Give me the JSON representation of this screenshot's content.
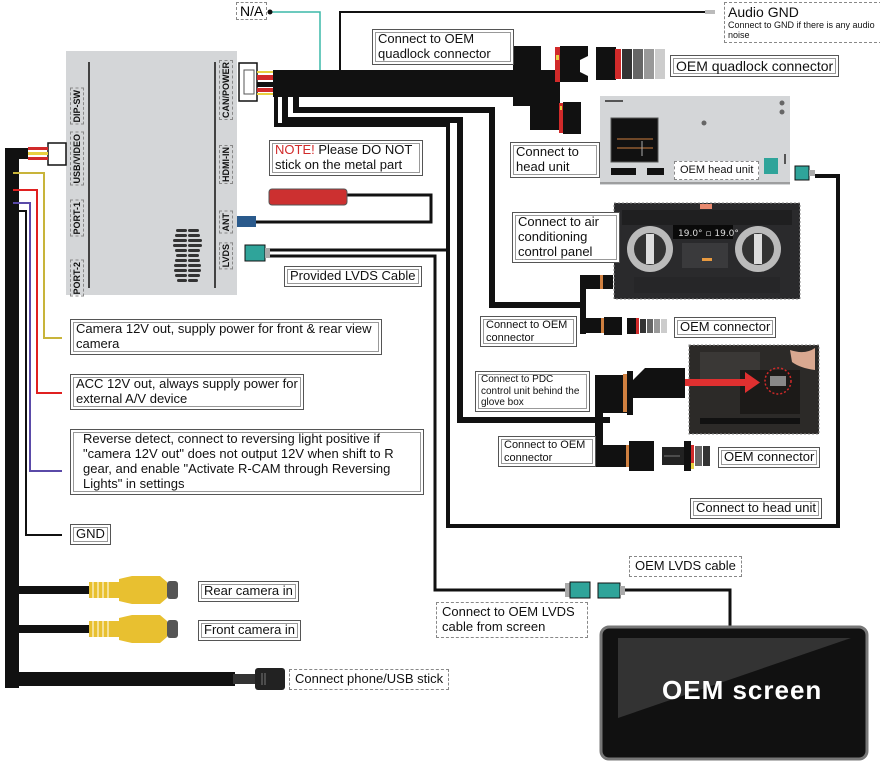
{
  "diagram": {
    "title": "CAN/LVDS interface wiring diagram",
    "module_ports": {
      "left": [
        "DIP-SW",
        "USB/VIDEO",
        "PORT-1",
        "PORT-2"
      ],
      "right": [
        "CAN/POWER",
        "HDMI-IN",
        "ANT",
        "LVDS"
      ]
    },
    "labels": {
      "na": "N/A",
      "audio_gnd_title": "Audio GND",
      "audio_gnd_note": "Connect to GND if there is any audio noise",
      "connect_oem_quadlock": "Connect to OEM quadlock connector",
      "oem_quadlock_connector": "OEM quadlock connector",
      "connect_head_unit_top": "Connect to head unit",
      "oem_head_unit": "OEM head unit",
      "note_prefix": "NOTE!",
      "note_text_1": " Please DO NOT",
      "note_text_2": "stick on the metal part",
      "provided_lvds": "Provided LVDS Cable",
      "connect_ac_panel": "Connect to air conditioning control panel",
      "connect_oem_connector_1": "Connect to OEM connector",
      "oem_connector_1": "OEM connector",
      "connect_pdc": "Connect to PDC control unit behind the glove box",
      "connect_oem_connector_2": "Connect to OEM connector",
      "oem_connector_2": "OEM connector",
      "connect_head_unit_bottom": "Connect to head unit",
      "camera_12v": "Camera 12V out, supply power for front & rear view camera",
      "acc_12v": "ACC 12V out, always supply power for external A/V device",
      "reverse_detect": "Reverse detect, connect to reversing light positive if \"camera 12V out\" does not output 12V when shift to R gear, and enable \"Activate R-CAM through Reversing Lights\" in settings",
      "gnd": "GND",
      "rear_camera": "Rear camera in",
      "front_camera": "Front camera in",
      "usb": "Connect phone/USB stick",
      "connect_oem_lvds": "Connect to OEM LVDS cable from screen",
      "oem_lvds_cable": "OEM LVDS cable",
      "oem_screen": "OEM screen"
    },
    "wire_colors": {
      "camera_12v": "#c8b43a",
      "acc_12v": "#e02020",
      "reverse": "#5a4aa8",
      "gnd": "#111111",
      "na_wire": "#3cb8a8",
      "antenna": "#d12a2a",
      "lvds_connector": "#2fa49a",
      "rca": "#e8c030",
      "module_body": "#d4d6d8"
    }
  }
}
